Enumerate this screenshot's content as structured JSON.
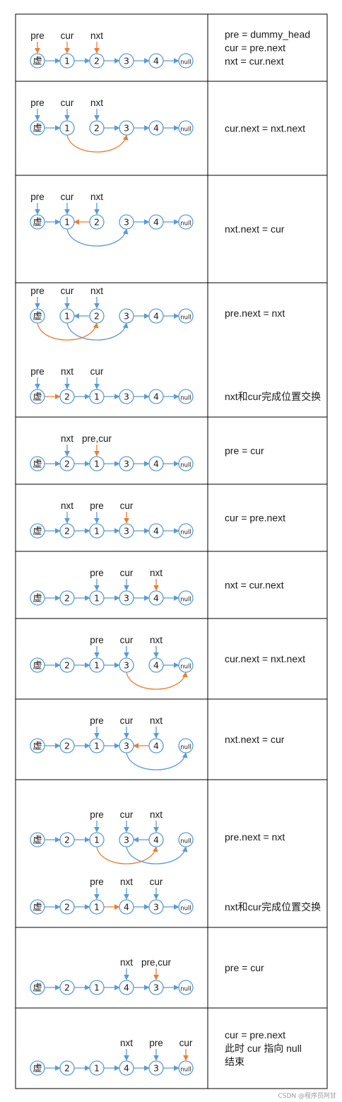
{
  "nodes": {
    "dummy": "虚",
    "n1": "1",
    "n2": "2",
    "n3": "3",
    "n4": "4",
    "null": "null"
  },
  "pointer_names": {
    "pre": "pre",
    "cur": "cur",
    "nxt": "nxt"
  },
  "colors": {
    "blue": "#5b9bd5",
    "orange": "#ed7d31",
    "border": "#000000",
    "text": "#1a1a1a"
  },
  "rows": [
    {
      "diagrams": [
        {
          "order": [
            "dummy",
            "n1",
            "n2",
            "n3",
            "n4",
            "null"
          ],
          "labels": [
            {
              "slot": 0,
              "text": "pre",
              "color": "orange"
            },
            {
              "slot": 1,
              "text": "cur",
              "color": "orange"
            },
            {
              "slot": 2,
              "text": "nxt",
              "color": "orange"
            }
          ],
          "arrows": [
            {
              "from": 0,
              "to": 1
            },
            {
              "from": 1,
              "to": 2
            },
            {
              "from": 2,
              "to": 3
            },
            {
              "from": 3,
              "to": 4
            },
            {
              "from": 4,
              "to": 5
            }
          ],
          "curves": []
        }
      ],
      "notes": [
        {
          "lines": [
            "pre = dummy_head",
            "cur = pre.next",
            "nxt = cur.next"
          ]
        }
      ]
    },
    {
      "diagrams": [
        {
          "order": [
            "dummy",
            "n1",
            "n2",
            "n3",
            "n4",
            "null"
          ],
          "labels": [
            {
              "slot": 0,
              "text": "pre"
            },
            {
              "slot": 1,
              "text": "cur"
            },
            {
              "slot": 2,
              "text": "nxt"
            }
          ],
          "arrows": [
            {
              "from": 0,
              "to": 1
            },
            {
              "from": 2,
              "to": 3
            },
            {
              "from": 3,
              "to": 4
            },
            {
              "from": 4,
              "to": 5
            }
          ],
          "curves": [
            {
              "from": 1,
              "to": 3,
              "color": "orange"
            }
          ]
        }
      ],
      "notes": [
        {
          "lines": [
            "cur.next = nxt.next"
          ]
        }
      ]
    },
    {
      "diagrams": [
        {
          "order": [
            "dummy",
            "n1",
            "n2",
            "n3",
            "n4",
            "null"
          ],
          "labels": [
            {
              "slot": 0,
              "text": "pre"
            },
            {
              "slot": 1,
              "text": "cur"
            },
            {
              "slot": 2,
              "text": "nxt"
            }
          ],
          "arrows": [
            {
              "from": 0,
              "to": 1
            },
            {
              "from": 2,
              "to": 1,
              "color": "orange"
            },
            {
              "from": 3,
              "to": 4
            },
            {
              "from": 4,
              "to": 5
            }
          ],
          "curves": [
            {
              "from": 1,
              "to": 3,
              "color": "blue"
            }
          ]
        }
      ],
      "notes": [
        {
          "lines": [
            "nxt.next = cur"
          ]
        }
      ]
    },
    {
      "diagrams": [
        {
          "order": [
            "dummy",
            "n1",
            "n2",
            "n3",
            "n4",
            "null"
          ],
          "labels": [
            {
              "slot": 0,
              "text": "pre"
            },
            {
              "slot": 1,
              "text": "cur"
            },
            {
              "slot": 2,
              "text": "nxt"
            }
          ],
          "arrows": [
            {
              "from": 2,
              "to": 1
            },
            {
              "from": 3,
              "to": 4
            },
            {
              "from": 4,
              "to": 5
            }
          ],
          "curves": [
            {
              "from": 0,
              "to": 2,
              "color": "orange"
            },
            {
              "from": 1,
              "to": 3,
              "color": "blue"
            }
          ]
        },
        {
          "order": [
            "dummy",
            "n2",
            "n1",
            "n3",
            "n4",
            "null"
          ],
          "labels": [
            {
              "slot": 0,
              "text": "pre"
            },
            {
              "slot": 1,
              "text": "nxt"
            },
            {
              "slot": 2,
              "text": "cur"
            }
          ],
          "arrows": [
            {
              "from": 0,
              "to": 1,
              "color": "orange"
            },
            {
              "from": 1,
              "to": 2
            },
            {
              "from": 2,
              "to": 3
            },
            {
              "from": 3,
              "to": 4
            },
            {
              "from": 4,
              "to": 5
            }
          ],
          "curves": []
        }
      ],
      "notes": [
        {
          "lines": [
            "pre.next = nxt"
          ]
        },
        {
          "lines": [
            "nxt和cur完成位置交换"
          ]
        }
      ]
    },
    {
      "diagrams": [
        {
          "order": [
            "dummy",
            "n2",
            "n1",
            "n3",
            "n4",
            "null"
          ],
          "labels": [
            {
              "slot": 1,
              "text": "nxt"
            },
            {
              "slot": 2,
              "text": "pre,cur",
              "color": "orange"
            }
          ],
          "arrows": [
            {
              "from": 0,
              "to": 1
            },
            {
              "from": 1,
              "to": 2
            },
            {
              "from": 2,
              "to": 3
            },
            {
              "from": 3,
              "to": 4
            },
            {
              "from": 4,
              "to": 5
            }
          ],
          "curves": []
        }
      ],
      "notes": [
        {
          "lines": [
            "pre = cur"
          ]
        }
      ]
    },
    {
      "diagrams": [
        {
          "order": [
            "dummy",
            "n2",
            "n1",
            "n3",
            "n4",
            "null"
          ],
          "labels": [
            {
              "slot": 1,
              "text": "nxt"
            },
            {
              "slot": 2,
              "text": "pre"
            },
            {
              "slot": 3,
              "text": "cur",
              "color": "orange"
            }
          ],
          "arrows": [
            {
              "from": 0,
              "to": 1
            },
            {
              "from": 1,
              "to": 2
            },
            {
              "from": 2,
              "to": 3
            },
            {
              "from": 3,
              "to": 4
            },
            {
              "from": 4,
              "to": 5
            }
          ],
          "curves": []
        }
      ],
      "notes": [
        {
          "lines": [
            "cur = pre.next"
          ]
        }
      ]
    },
    {
      "diagrams": [
        {
          "order": [
            "dummy",
            "n2",
            "n1",
            "n3",
            "n4",
            "null"
          ],
          "labels": [
            {
              "slot": 2,
              "text": "pre"
            },
            {
              "slot": 3,
              "text": "cur"
            },
            {
              "slot": 4,
              "text": "nxt",
              "color": "orange"
            }
          ],
          "arrows": [
            {
              "from": 0,
              "to": 1
            },
            {
              "from": 1,
              "to": 2
            },
            {
              "from": 2,
              "to": 3
            },
            {
              "from": 3,
              "to": 4
            },
            {
              "from": 4,
              "to": 5
            }
          ],
          "curves": []
        }
      ],
      "notes": [
        {
          "lines": [
            "nxt = cur.next"
          ]
        }
      ]
    },
    {
      "diagrams": [
        {
          "order": [
            "dummy",
            "n2",
            "n1",
            "n3",
            "n4",
            "null"
          ],
          "labels": [
            {
              "slot": 2,
              "text": "pre"
            },
            {
              "slot": 3,
              "text": "cur"
            },
            {
              "slot": 4,
              "text": "nxt"
            }
          ],
          "arrows": [
            {
              "from": 0,
              "to": 1
            },
            {
              "from": 1,
              "to": 2
            },
            {
              "from": 2,
              "to": 3
            },
            {
              "from": 4,
              "to": 5
            }
          ],
          "curves": [
            {
              "from": 3,
              "to": 5,
              "color": "orange"
            }
          ]
        }
      ],
      "notes": [
        {
          "lines": [
            "cur.next = nxt.next"
          ]
        }
      ]
    },
    {
      "diagrams": [
        {
          "order": [
            "dummy",
            "n2",
            "n1",
            "n3",
            "n4",
            "null"
          ],
          "labels": [
            {
              "slot": 2,
              "text": "pre"
            },
            {
              "slot": 3,
              "text": "cur"
            },
            {
              "slot": 4,
              "text": "nxt"
            }
          ],
          "arrows": [
            {
              "from": 0,
              "to": 1
            },
            {
              "from": 1,
              "to": 2
            },
            {
              "from": 2,
              "to": 3
            },
            {
              "from": 4,
              "to": 3,
              "color": "orange"
            }
          ],
          "curves": [
            {
              "from": 3,
              "to": 5,
              "color": "blue"
            }
          ]
        }
      ],
      "notes": [
        {
          "lines": [
            "nxt.next = cur"
          ]
        }
      ]
    },
    {
      "diagrams": [
        {
          "order": [
            "dummy",
            "n2",
            "n1",
            "n3",
            "n4",
            "null"
          ],
          "labels": [
            {
              "slot": 2,
              "text": "pre"
            },
            {
              "slot": 3,
              "text": "cur"
            },
            {
              "slot": 4,
              "text": "nxt"
            }
          ],
          "arrows": [
            {
              "from": 0,
              "to": 1
            },
            {
              "from": 1,
              "to": 2
            },
            {
              "from": 4,
              "to": 3
            }
          ],
          "curves": [
            {
              "from": 2,
              "to": 4,
              "color": "orange"
            },
            {
              "from": 3,
              "to": 5,
              "color": "blue"
            }
          ]
        },
        {
          "order": [
            "dummy",
            "n2",
            "n1",
            "n4",
            "n3",
            "null"
          ],
          "labels": [
            {
              "slot": 2,
              "text": "pre"
            },
            {
              "slot": 3,
              "text": "nxt"
            },
            {
              "slot": 4,
              "text": "cur"
            }
          ],
          "arrows": [
            {
              "from": 0,
              "to": 1
            },
            {
              "from": 1,
              "to": 2
            },
            {
              "from": 2,
              "to": 3,
              "color": "orange"
            },
            {
              "from": 3,
              "to": 4
            },
            {
              "from": 4,
              "to": 5
            }
          ],
          "curves": []
        }
      ],
      "notes": [
        {
          "lines": [
            "pre.next = nxt"
          ]
        },
        {
          "lines": [
            "nxt和cur完成位置交换"
          ]
        }
      ]
    },
    {
      "diagrams": [
        {
          "order": [
            "dummy",
            "n2",
            "n1",
            "n4",
            "n3",
            "null"
          ],
          "labels": [
            {
              "slot": 3,
              "text": "nxt"
            },
            {
              "slot": 4,
              "text": "pre,cur",
              "color": "orange"
            }
          ],
          "arrows": [
            {
              "from": 0,
              "to": 1
            },
            {
              "from": 1,
              "to": 2
            },
            {
              "from": 2,
              "to": 3
            },
            {
              "from": 3,
              "to": 4
            },
            {
              "from": 4,
              "to": 5
            }
          ],
          "curves": []
        }
      ],
      "notes": [
        {
          "lines": [
            "pre = cur"
          ]
        }
      ]
    },
    {
      "diagrams": [
        {
          "order": [
            "dummy",
            "n2",
            "n1",
            "n4",
            "n3",
            "null"
          ],
          "labels": [
            {
              "slot": 3,
              "text": "nxt"
            },
            {
              "slot": 4,
              "text": "pre"
            },
            {
              "slot": 5,
              "text": "cur",
              "color": "orange"
            }
          ],
          "arrows": [
            {
              "from": 0,
              "to": 1
            },
            {
              "from": 1,
              "to": 2
            },
            {
              "from": 2,
              "to": 3
            },
            {
              "from": 3,
              "to": 4
            },
            {
              "from": 4,
              "to": 5
            }
          ],
          "curves": []
        }
      ],
      "notes": [
        {
          "lines": [
            "cur = pre.next",
            "此时 cur 指向 null",
            "结束"
          ]
        }
      ]
    }
  ],
  "watermark": "CSDN @程序员阿甘"
}
